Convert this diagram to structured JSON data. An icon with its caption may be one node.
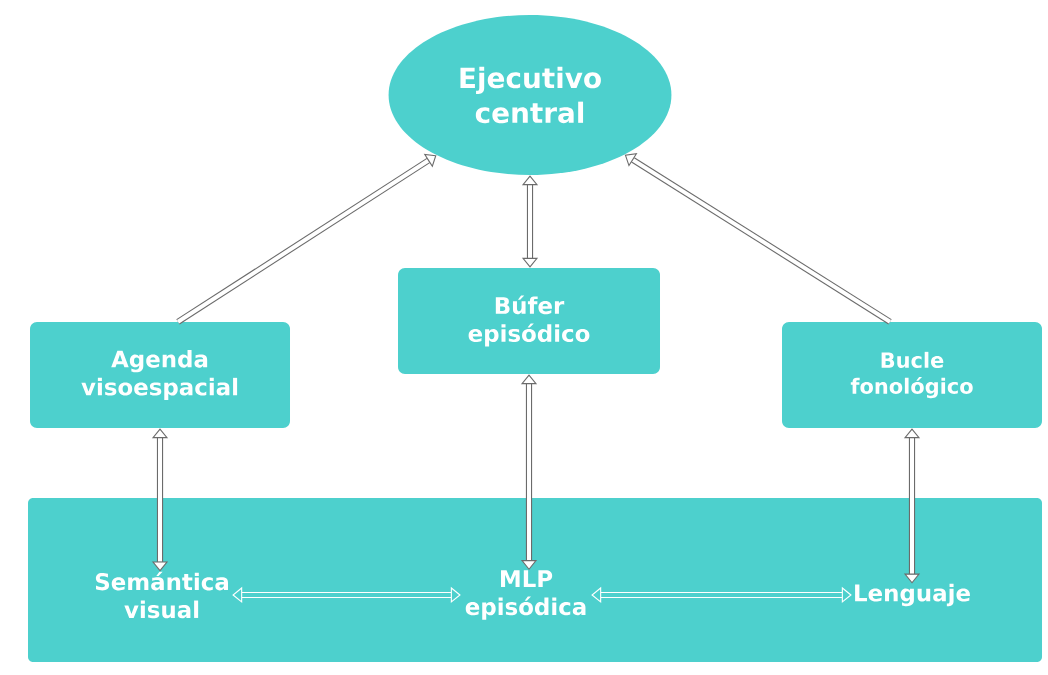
{
  "diagram": {
    "nodes": [
      {
        "text": [
          "Ejecutivo central"
        ]
      },
      {
        "text": [
          "Agenda visoespacial"
        ]
      },
      {
        "text": [
          "Búfer episódico"
        ]
      },
      {
        "text": [
          "Bucle fonológico"
        ]
      },
      {
        "text": [],
        "shape": "box"
      },
      {
        "text": [
          "Semántica visual"
        ],
        "in": 4
      },
      {
        "text": [
          "MLP episódica"
        ],
        "in": 4
      },
      {
        "text": [
          "Lenguaje"
        ],
        "in": 4
      }
    ],
    "edges": [
      {
        "from": 1,
        "to": 0,
        "arrow": "to"
      },
      {
        "from": 3,
        "to": 0,
        "arrow": "to"
      },
      {
        "from": 0,
        "to": 2,
        "arrow": "both"
      },
      {
        "from": 1,
        "to": 5,
        "arrow": "both"
      },
      {
        "from": 2,
        "to": 6,
        "arrow": "both"
      },
      {
        "from": 3,
        "to": 7,
        "arrow": "both"
      },
      {
        "from": 5,
        "to": 6,
        "arrow": "both",
        "color": "#ffffff"
      },
      {
        "from": 6,
        "to": 7,
        "arrow": "both",
        "color": "#ffffff"
      }
    ]
  }
}
